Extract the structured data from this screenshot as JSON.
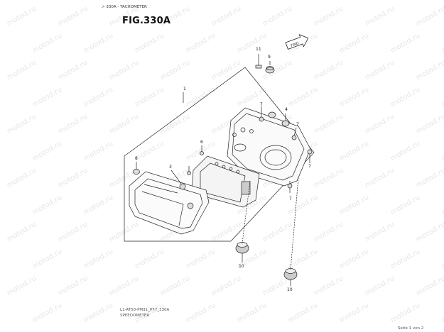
{
  "breadcrumb": "> 330A - TACHOMETER",
  "figure_title": "FIG.330A",
  "fwd_label": "FWD",
  "footer": {
    "code": "L1-AT50-PM31_P77_330A",
    "name": "SPEEDOMETER"
  },
  "page_indicator": "Seite 1 von 2",
  "watermark": "motod.ru",
  "callouts": {
    "c1": "1",
    "c3": "3",
    "c4": "4",
    "c6": "6",
    "c7a": "7",
    "c7b": "7",
    "c7c": "7",
    "c7d": "7",
    "c8": "8",
    "c9": "9",
    "c10a": "10",
    "c10b": "10",
    "c11": "11"
  }
}
